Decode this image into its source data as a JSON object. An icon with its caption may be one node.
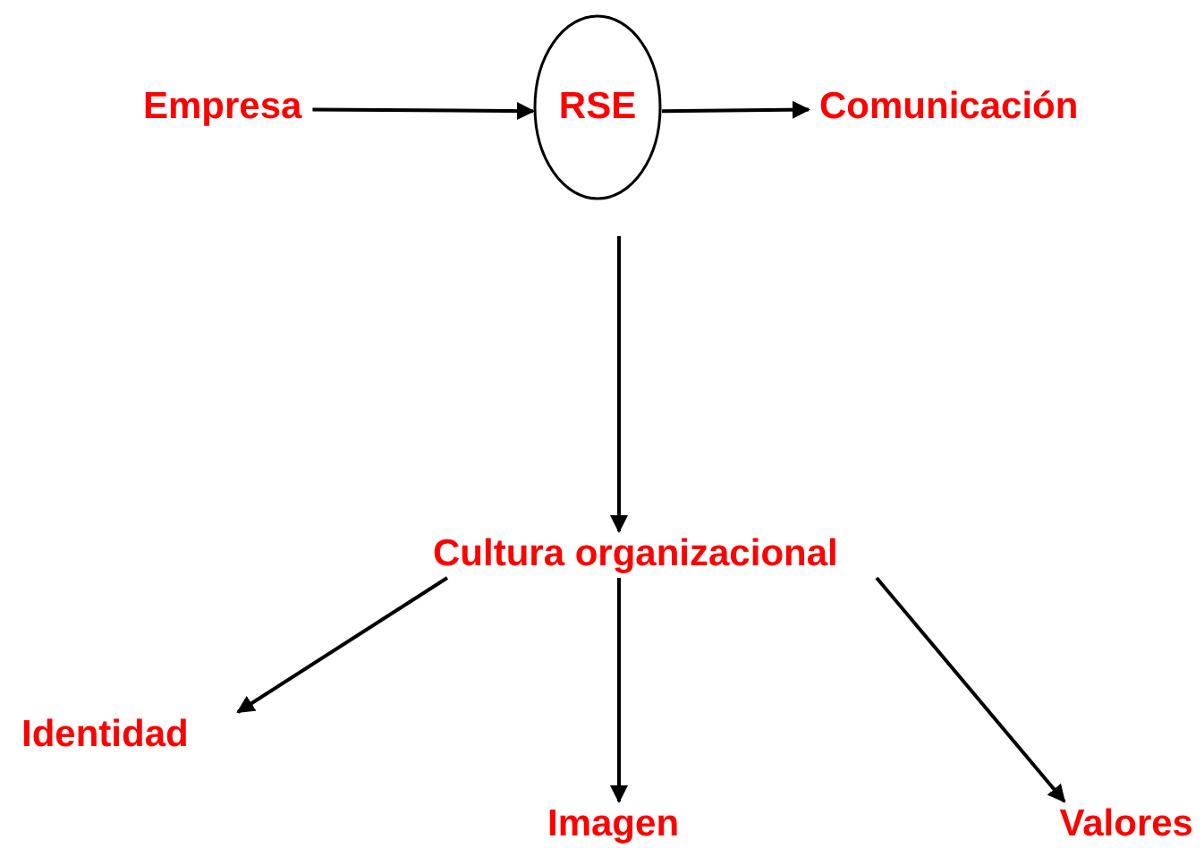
{
  "diagram": {
    "nodes": [
      {
        "text": [
          "Empresa"
        ]
      },
      {
        "text": [
          "RSE"
        ]
      },
      {
        "text": [
          "Comunicación"
        ]
      },
      {
        "text": [
          "Cultura organizacional"
        ]
      },
      {
        "text": [
          "Identidad"
        ]
      },
      {
        "text": [
          "Imagen"
        ]
      },
      {
        "text": [
          "Valores"
        ]
      }
    ],
    "edges": [
      {
        "from": 0,
        "to": 1,
        "arrow": "to"
      },
      {
        "from": 1,
        "to": 2,
        "arrow": "to"
      },
      {
        "from": 1,
        "to": 3,
        "arrow": "to"
      },
      {
        "from": 3,
        "to": 4,
        "arrow": "to"
      },
      {
        "from": 3,
        "to": 5,
        "arrow": "to"
      },
      {
        "from": 3,
        "to": 6,
        "arrow": "to"
      }
    ]
  }
}
